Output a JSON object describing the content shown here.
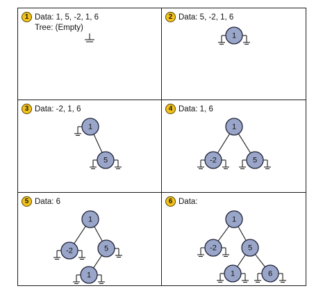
{
  "steps": [
    {
      "number": "1",
      "data_text": "Data: 1, 5, -2, 1, 6",
      "tree_text": "Tree: (Empty)",
      "nodes": [],
      "edges": [],
      "nulls": []
    },
    {
      "number": "2",
      "data_text": "Data: 5, -2, 1, 6",
      "nodes": [
        {
          "id": "a",
          "value": "1"
        }
      ],
      "edges": [],
      "nulls": [
        {
          "node": "a",
          "side": "left"
        },
        {
          "node": "a",
          "side": "right"
        }
      ]
    },
    {
      "number": "3",
      "data_text": "Data: -2, 1, 6",
      "nodes": [
        {
          "id": "a",
          "value": "1"
        },
        {
          "id": "b",
          "value": "5"
        }
      ],
      "edges": [
        [
          "a",
          "b"
        ]
      ],
      "nulls": [
        {
          "node": "a",
          "side": "left"
        },
        {
          "node": "b",
          "side": "left"
        },
        {
          "node": "b",
          "side": "right"
        }
      ]
    },
    {
      "number": "4",
      "data_text": "Data: 1, 6",
      "nodes": [
        {
          "id": "a",
          "value": "1"
        },
        {
          "id": "b",
          "value": "-2"
        },
        {
          "id": "c",
          "value": "5"
        }
      ],
      "edges": [
        [
          "a",
          "b"
        ],
        [
          "a",
          "c"
        ]
      ],
      "nulls": [
        {
          "node": "b",
          "side": "left"
        },
        {
          "node": "b",
          "side": "right"
        },
        {
          "node": "c",
          "side": "left"
        },
        {
          "node": "c",
          "side": "right"
        }
      ]
    },
    {
      "number": "5",
      "data_text": "Data: 6",
      "nodes": [
        {
          "id": "a",
          "value": "1"
        },
        {
          "id": "b",
          "value": "-2"
        },
        {
          "id": "c",
          "value": "5"
        },
        {
          "id": "d",
          "value": "1"
        }
      ],
      "edges": [
        [
          "a",
          "b"
        ],
        [
          "a",
          "c"
        ],
        [
          "c",
          "d"
        ]
      ],
      "nulls": [
        {
          "node": "b",
          "side": "left"
        },
        {
          "node": "b",
          "side": "right"
        },
        {
          "node": "c",
          "side": "right"
        },
        {
          "node": "d",
          "side": "left"
        },
        {
          "node": "d",
          "side": "right"
        }
      ]
    },
    {
      "number": "6",
      "data_text": "Data:",
      "nodes": [
        {
          "id": "a",
          "value": "1"
        },
        {
          "id": "b",
          "value": "-2"
        },
        {
          "id": "c",
          "value": "5"
        },
        {
          "id": "d",
          "value": "1"
        },
        {
          "id": "e",
          "value": "6"
        }
      ],
      "edges": [
        [
          "a",
          "b"
        ],
        [
          "a",
          "c"
        ],
        [
          "c",
          "d"
        ],
        [
          "c",
          "e"
        ]
      ],
      "nulls": [
        {
          "node": "b",
          "side": "left"
        },
        {
          "node": "b",
          "side": "right"
        },
        {
          "node": "d",
          "side": "left"
        },
        {
          "node": "d",
          "side": "right"
        },
        {
          "node": "e",
          "side": "left"
        },
        {
          "node": "e",
          "side": "right"
        }
      ]
    }
  ],
  "colors": {
    "node_fill": "#9aa6c9",
    "node_stroke": "#1e2238",
    "badge_fill": "#f2c21b",
    "line": "#1a1a1a"
  }
}
